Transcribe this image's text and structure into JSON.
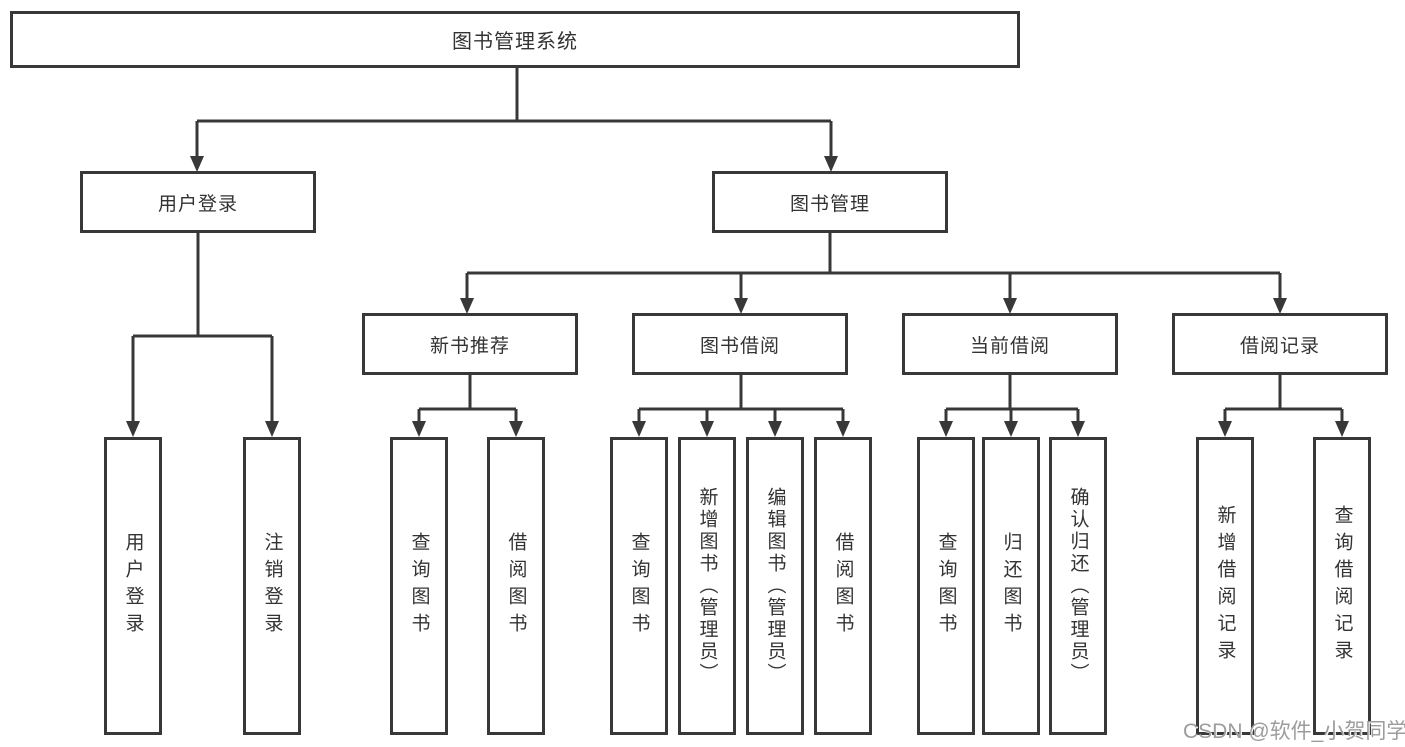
{
  "diagram": {
    "title": "图书管理系统",
    "level2": {
      "user_login": "用户登录",
      "book_management": "图书管理"
    },
    "level3": {
      "new_book_recommend": "新书推荐",
      "book_borrowing": "图书借阅",
      "current_borrowing": "当前借阅",
      "borrow_records": "借阅记录"
    },
    "leaves": {
      "user_login": "用户登录",
      "logout": "注销登录",
      "query_books_recommend": "查询图书",
      "borrow_books_recommend": "借阅图书",
      "query_books_borrowing": "查询图书",
      "add_book_admin": "新增图书（管理员）",
      "edit_book_admin": "编辑图书（管理员）",
      "borrow_books_borrowing": "借阅图书",
      "query_books_current": "查询图书",
      "return_books": "归还图书",
      "confirm_return_admin": "确认归还（管理员）",
      "add_borrow_record": "新增借阅记录",
      "query_borrow_record": "查询借阅记录"
    },
    "colors": {
      "line": "#383838",
      "box_border": "#383838",
      "box_background": "#ffffff",
      "text": "#333333"
    }
  },
  "watermark": {
    "text": "CSDN @软件_小贺同学",
    "color": "#9c9c9c"
  }
}
